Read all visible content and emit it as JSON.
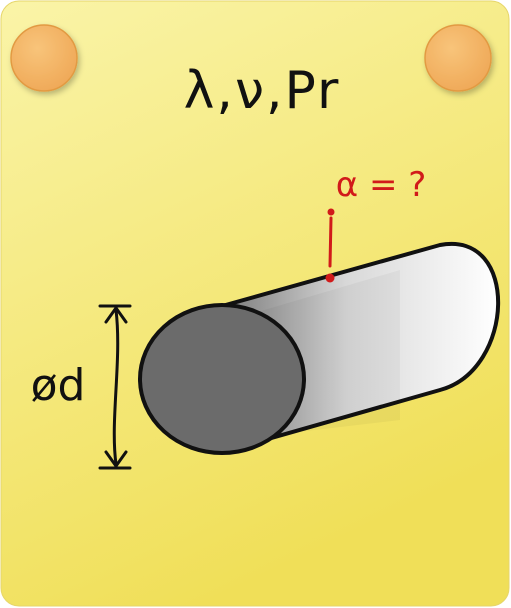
{
  "card": {
    "colors": {
      "paper_light": "#f8f2a0",
      "paper_dark": "#f1e15a",
      "pin": "#f4b766",
      "pin_edge": "#e39a3c",
      "ink": "#111111",
      "annotation": "#d11a1a",
      "cylinder_face": "#6e6e6e",
      "cylinder_light": "#fafafa",
      "cylinder_shade": "#8c8c8c"
    }
  },
  "diagram": {
    "properties_label": "λ,ν,Pr",
    "heat_transfer_label": "α = ?",
    "diameter_label": "ød"
  }
}
